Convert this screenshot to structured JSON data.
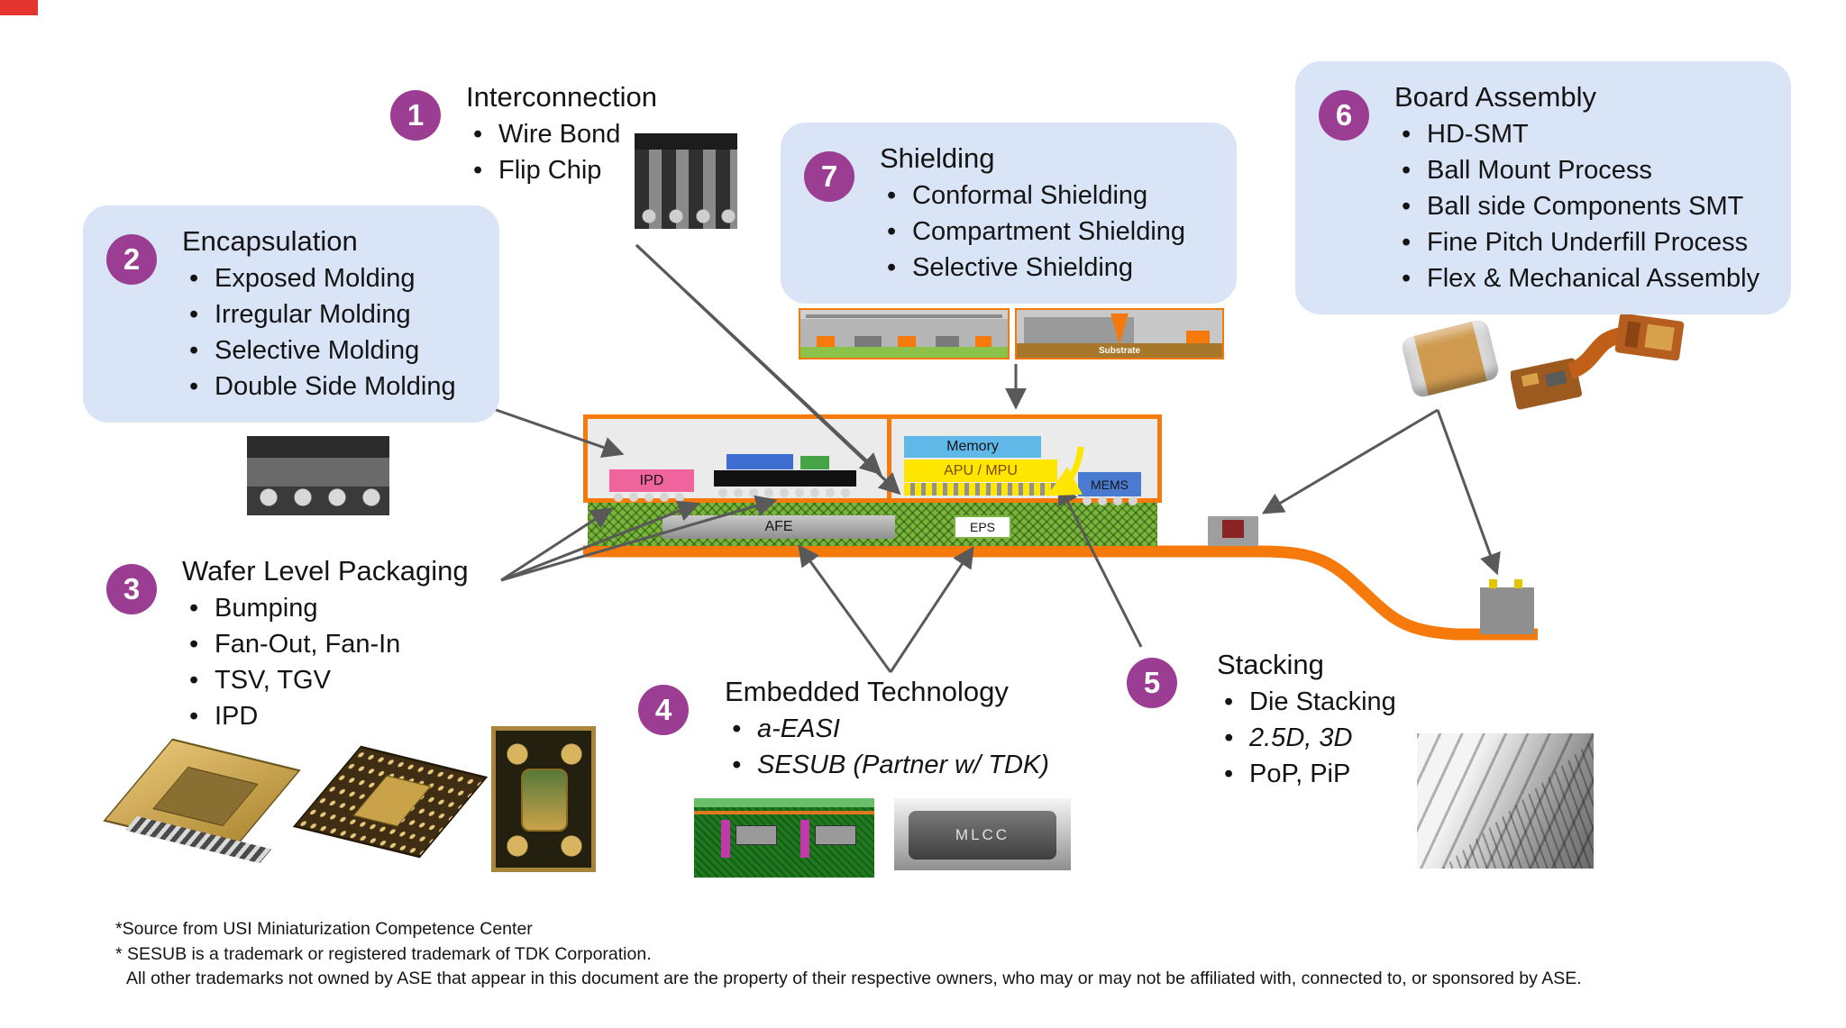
{
  "callouts": [
    {
      "number": "1",
      "title": "Interconnection",
      "items": [
        "Wire Bond",
        "Flip Chip"
      ]
    },
    {
      "number": "2",
      "title": "Encapsulation",
      "items": [
        "Exposed Molding",
        "Irregular Molding",
        "Selective Molding",
        "Double Side Molding"
      ]
    },
    {
      "number": "3",
      "title": "Wafer Level Packaging",
      "items": [
        "Bumping",
        "Fan-Out, Fan-In",
        "TSV, TGV",
        "IPD"
      ]
    },
    {
      "number": "4",
      "title": "Embedded Technology",
      "items": [
        "a-EASI",
        "SESUB (Partner w/ TDK)"
      ]
    },
    {
      "number": "5",
      "title": "Stacking",
      "items": [
        "Die Stacking",
        "2.5D, 3D",
        "PoP, PiP"
      ]
    },
    {
      "number": "6",
      "title": "Board Assembly",
      "items": [
        "HD-SMT",
        "Ball Mount Process",
        "Ball side Components SMT",
        "Fine Pitch Underfill Process",
        "Flex & Mechanical Assembly"
      ]
    },
    {
      "number": "7",
      "title": "Shielding",
      "items": [
        "Conformal Shielding",
        "Compartment Shielding",
        "Selective Shielding"
      ]
    }
  ],
  "module": {
    "ipd": "IPD",
    "memory": "Memory",
    "apu_mpu": "APU / MPU",
    "mems": "MEMS",
    "afe": "AFE",
    "eps": "EPS",
    "substrate": "Substrate",
    "mlcc": "MLCC"
  },
  "footnotes": [
    "*Source from USI Miniaturization Competence Center",
    "* SESUB is a trademark or registered trademark of TDK Corporation.",
    "All other trademarks not owned by ASE that appear in this document are the property of their respective owners, who may or may not be affiliated with, connected to, or sponsored by ASE."
  ],
  "colors": {
    "accent-orange": "#F5790B",
    "badge-purple": "#9C3D94",
    "bubble-blue": "#D9E4F6",
    "memory-blue": "#5FB8E8",
    "apu-yellow": "#FFE600",
    "ipd-pink": "#F0649E",
    "mems-blue": "#4A7BD0",
    "substrate-green": "#7FB43C",
    "arrow-gray": "#595959"
  }
}
